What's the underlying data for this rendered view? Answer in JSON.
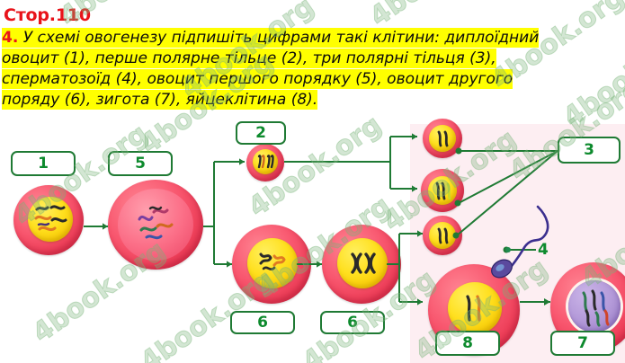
{
  "page_label": "Стор.110",
  "task": {
    "number": "4.",
    "lines": [
      "У схемі овогенезу підпишіть цифрами такі клітини: диплоїдний",
      "овоцит (1), перше полярне тільце (2), три полярні тільця (3),",
      "сперматозоїд (4), овоцит першого порядку (5), овоцит другого",
      "поряду (6), зигота (7), яйцеклітина (8)."
    ]
  },
  "diagram": {
    "title": "oogenesis-scheme",
    "boxes": [
      {
        "id": "box-1",
        "label": "1"
      },
      {
        "id": "box-5",
        "label": "5"
      },
      {
        "id": "box-2",
        "label": "2"
      },
      {
        "id": "box-6a",
        "label": "6"
      },
      {
        "id": "box-6b",
        "label": "6"
      },
      {
        "id": "box-3",
        "label": "3"
      },
      {
        "id": "box-8",
        "label": "8"
      },
      {
        "id": "box-7",
        "label": "7"
      }
    ],
    "sperm_label": "4",
    "cells": [
      {
        "id": "cell-oogonium",
        "name": "diploid-oocyte"
      },
      {
        "id": "cell-primary-oocyte",
        "name": "primary-oocyte"
      },
      {
        "id": "cell-first-polar-body",
        "name": "first-polar-body"
      },
      {
        "id": "cell-secondary-oocyte-a",
        "name": "secondary-oocyte-a"
      },
      {
        "id": "cell-secondary-oocyte-b",
        "name": "secondary-oocyte-b"
      },
      {
        "id": "cell-polar-body-1",
        "name": "polar-body-1"
      },
      {
        "id": "cell-polar-body-2",
        "name": "polar-body-2"
      },
      {
        "id": "cell-polar-body-3",
        "name": "polar-body-3"
      },
      {
        "id": "cell-ovum",
        "name": "ovum"
      },
      {
        "id": "cell-zygote",
        "name": "zygote"
      }
    ]
  },
  "watermark": {
    "text": "4book.org"
  },
  "colors": {
    "highlight": "#ffff00",
    "red_text": "#e8131a",
    "green_box": "#1f7a34",
    "green_number": "#0d8a2d",
    "cell_red": "#f8566e",
    "nucleus_yellow": "#ffe01f",
    "zygote_purple": "#b49ad9",
    "panel_pink": "#fdeef2"
  }
}
